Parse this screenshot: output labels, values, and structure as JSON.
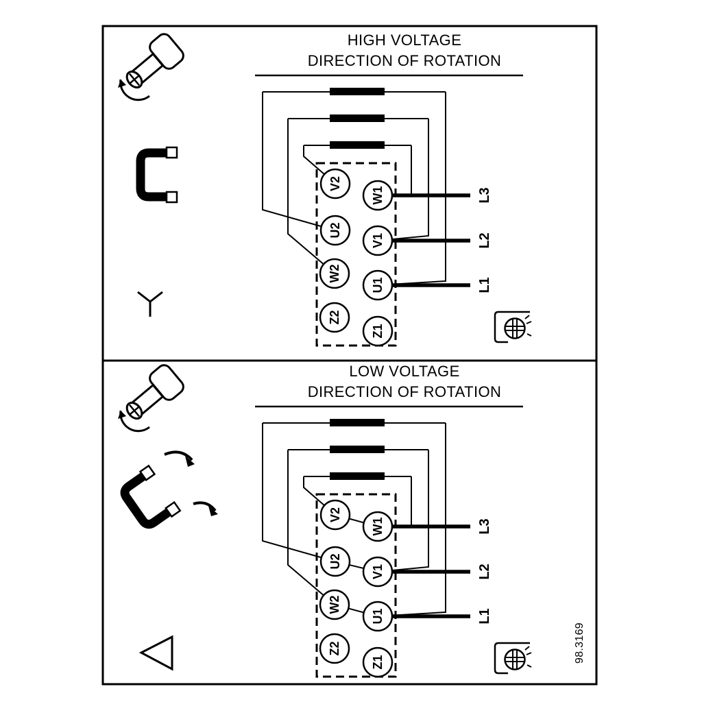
{
  "colors": {
    "ink": "#000000",
    "background": "#ffffff"
  },
  "figure": {
    "part_number": "98.3169"
  },
  "icons": [
    "screw-rotation-icon",
    "jumper-link-icon",
    "star-connection-icon",
    "flip-links-icon",
    "delta-connection-icon",
    "ground-screw-icon"
  ],
  "panels": [
    {
      "name": "high-voltage",
      "title_line1": "HIGH VOLTAGE",
      "title_line2": "DIRECTION OF ROTATION",
      "connection": "star",
      "terminals": {
        "left": [
          "V2",
          "U2",
          "W2",
          "Z2"
        ],
        "right": [
          "W1",
          "V1",
          "U1",
          "Z1"
        ]
      },
      "supply_lines": [
        "L3",
        "L2",
        "L1"
      ]
    },
    {
      "name": "low-voltage",
      "title_line1": "LOW VOLTAGE",
      "title_line2": "DIRECTION OF ROTATION",
      "connection": "delta",
      "terminals": {
        "left": [
          "V2",
          "U2",
          "W2",
          "Z2"
        ],
        "right": [
          "W1",
          "V1",
          "U1",
          "Z1"
        ]
      },
      "supply_lines": [
        "L3",
        "L2",
        "L1"
      ]
    }
  ]
}
